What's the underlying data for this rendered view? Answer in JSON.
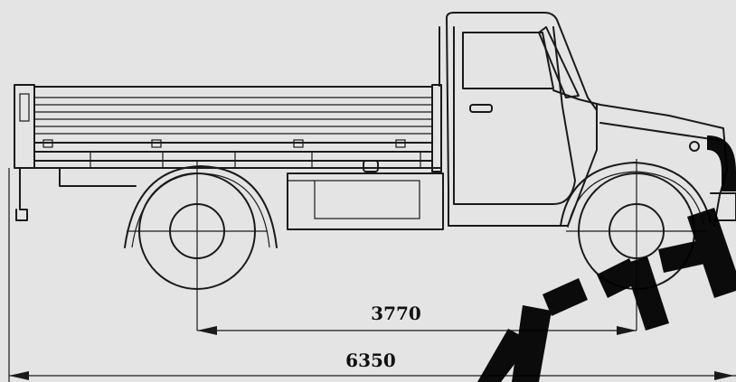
{
  "dimensions": {
    "wheelbase": "3770",
    "overall_length": "6350"
  },
  "watermark_text": "ШПС",
  "colors": {
    "background": "#e4e4e4",
    "line": "#1a1a1a",
    "watermark": "#000000"
  }
}
